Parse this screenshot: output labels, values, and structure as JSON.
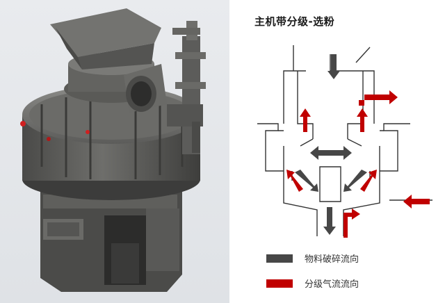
{
  "title": "主机带分级-选粉",
  "legend": [
    {
      "label": "物料破碎流向",
      "color": "#474747"
    },
    {
      "label": "分级气流流向",
      "color": "#c00000"
    }
  ],
  "colors": {
    "material_flow": "#474747",
    "air_flow": "#c00000",
    "outline": "#333333",
    "machine_body": "#5a5a58"
  }
}
